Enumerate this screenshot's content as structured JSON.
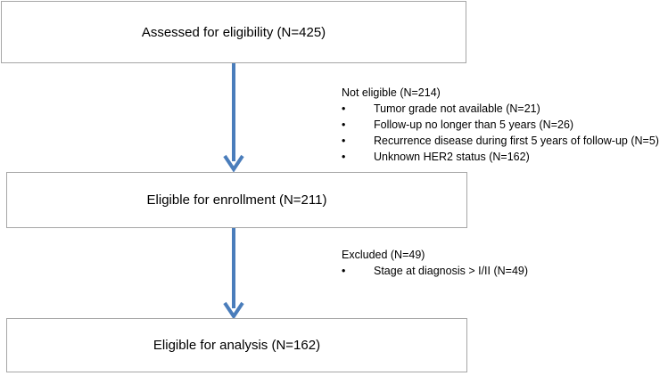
{
  "flow": {
    "boxes": [
      {
        "label": "Assessed for eligibility (N=425)"
      },
      {
        "label": "Eligible for enrollment (N=211)"
      },
      {
        "label": "Eligible for analysis (N=162)"
      }
    ],
    "exclusions": [
      {
        "heading": "Not eligible (N=214)",
        "items": [
          "Tumor grade not available (N=21)",
          "Follow-up no longer than 5 years (N=26)",
          "Recurrence disease during first 5 years of follow-up (N=5)",
          "Unknown HER2 status (N=162)"
        ]
      },
      {
        "heading": "Excluded (N=49)",
        "items": [
          "Stage at diagnosis > I/II (N=49)"
        ]
      }
    ],
    "bullet_symbol": "•",
    "arrow_color": "#4a7dbb",
    "box_border_color": "#a6a6a6"
  }
}
